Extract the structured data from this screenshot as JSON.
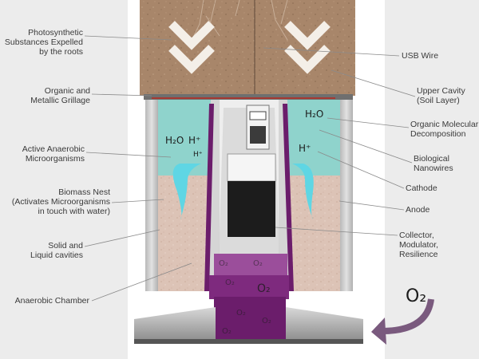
{
  "labels_left": [
    {
      "id": "photosynthetic-substances",
      "lines": [
        "Photosynthetic",
        "Substances Expelled",
        "by the roots"
      ]
    },
    {
      "id": "organic-metallic-grillage",
      "lines": [
        "Organic and",
        "Metallic Grillage"
      ]
    },
    {
      "id": "active-anaerobic-microorganisms",
      "lines": [
        "Active Anaerobic",
        "Microorganisms"
      ]
    },
    {
      "id": "biomass-nest",
      "lines": [
        "Biomass Nest",
        "(Activates Microorganisms",
        "in touch with water)"
      ]
    },
    {
      "id": "solid-liquid-cavities",
      "lines": [
        "Solid and",
        "Liquid cavities"
      ]
    },
    {
      "id": "anaerobic-chamber",
      "lines": [
        "Anaerobic Chamber"
      ]
    }
  ],
  "labels_right": [
    {
      "id": "usb-wire",
      "lines": [
        "USB Wire"
      ]
    },
    {
      "id": "upper-cavity",
      "lines": [
        "Upper Cavity",
        "(Soil Layer)"
      ]
    },
    {
      "id": "organic-molecular-decomposition",
      "lines": [
        "Organic Molecular",
        "Decomposition"
      ]
    },
    {
      "id": "biological-nanowires",
      "lines": [
        "Biological",
        "Nanowires"
      ]
    },
    {
      "id": "cathode",
      "lines": [
        "Cathode"
      ]
    },
    {
      "id": "anode",
      "lines": [
        "Anode"
      ]
    },
    {
      "id": "collector",
      "lines": [
        "Collector,",
        "Modulator,",
        "Resilience"
      ]
    }
  ],
  "chemistry": {
    "water_left": "H₂O",
    "hydrogen_ion": "H⁺",
    "water_right": "H₂O",
    "oxygen": "O₂"
  },
  "colors": {
    "soil": "#a8866a",
    "water": "#8fd3cc",
    "biomass": "#dcc3b6",
    "purple": "#6b1d6b",
    "wall": "#c8c8c8",
    "background": "#ececec"
  }
}
